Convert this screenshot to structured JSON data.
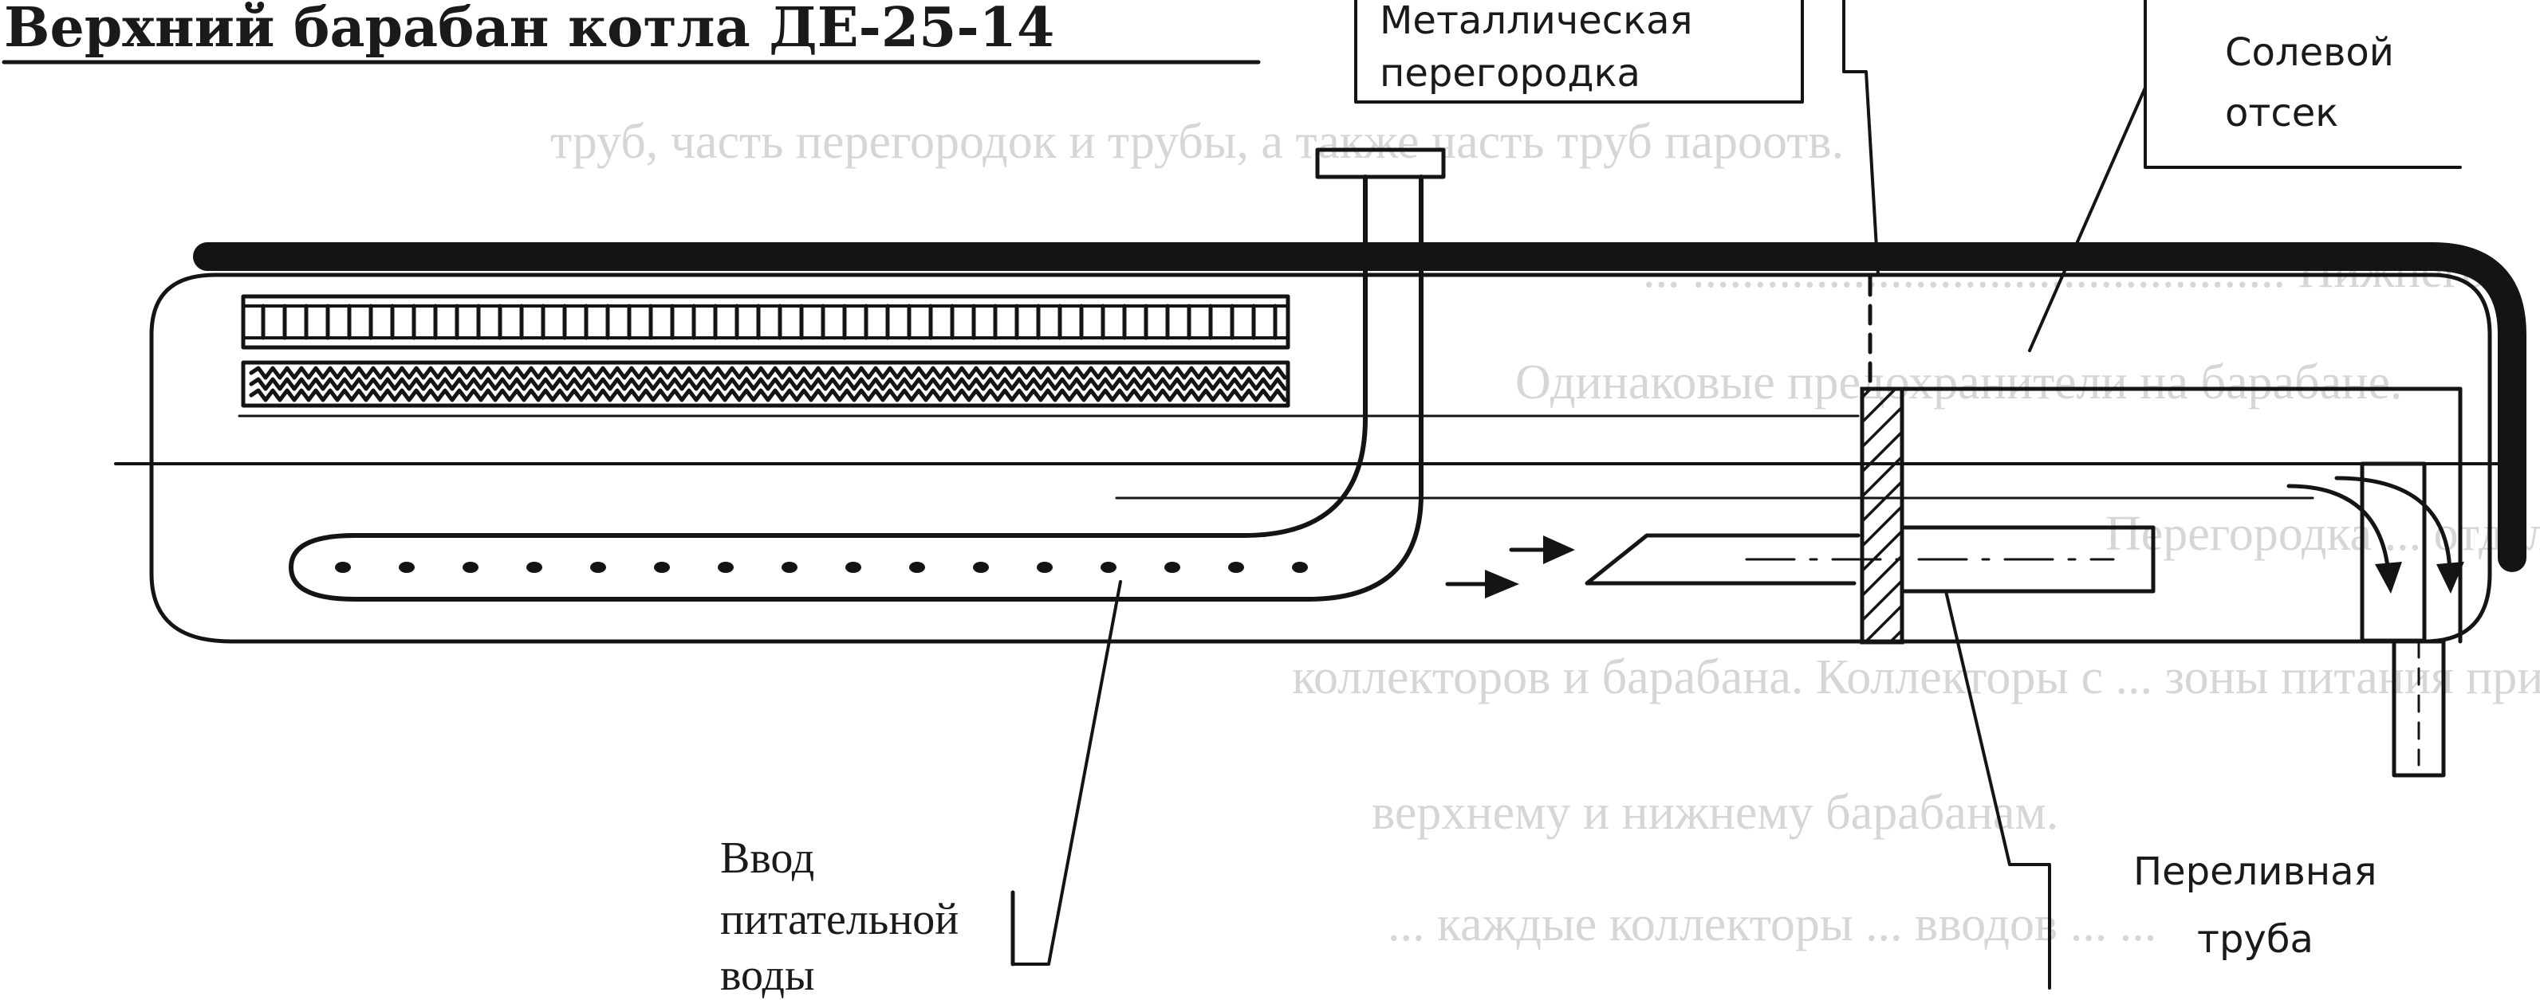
{
  "title": "Верхний барабан котла ДЕ-25-14",
  "labels": {
    "partition": [
      "Металлическая",
      "перегородка"
    ],
    "salt_compartment": [
      "Солевой",
      "отсек"
    ],
    "feedwater_inlet": [
      "Ввод",
      "питательной",
      "воды"
    ],
    "overflow_pipe": [
      "Переливная",
      "труба"
    ]
  },
  "background_text": [
    "труб, часть перегородок и трубы, а также часть труб пароотв.",
    "... ................................................ Нижнего",
    "Одинаковые предохранители на барабане.",
    "Перегородка ... отделяет водяное пространство на водяных камерах",
    "коллекторов и барабана. Коллекторы с ... зоны питания присоединяются к",
    "верхнему и нижнему барабанам.",
    "... каждые коллекторы ... вводов ... ..."
  ]
}
